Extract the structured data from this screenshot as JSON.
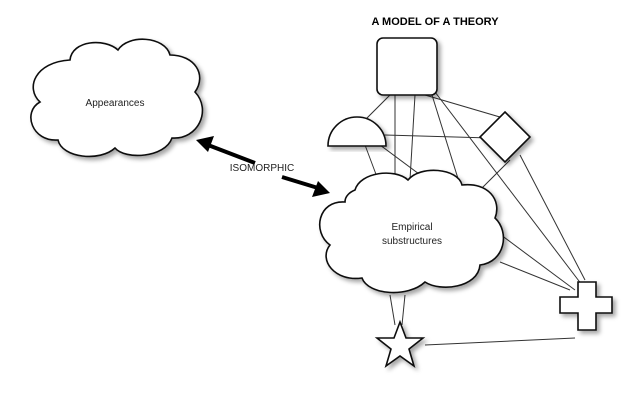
{
  "title": "A MODEL OF A THEORY",
  "appearances_label": "Appearances",
  "relation_label": "ISOMORPHIC",
  "empirical_label_line1": "Empirical",
  "empirical_label_line2": "substructures",
  "shapes": [
    "square",
    "half-circle",
    "diamond",
    "cross",
    "star",
    "cloud"
  ]
}
